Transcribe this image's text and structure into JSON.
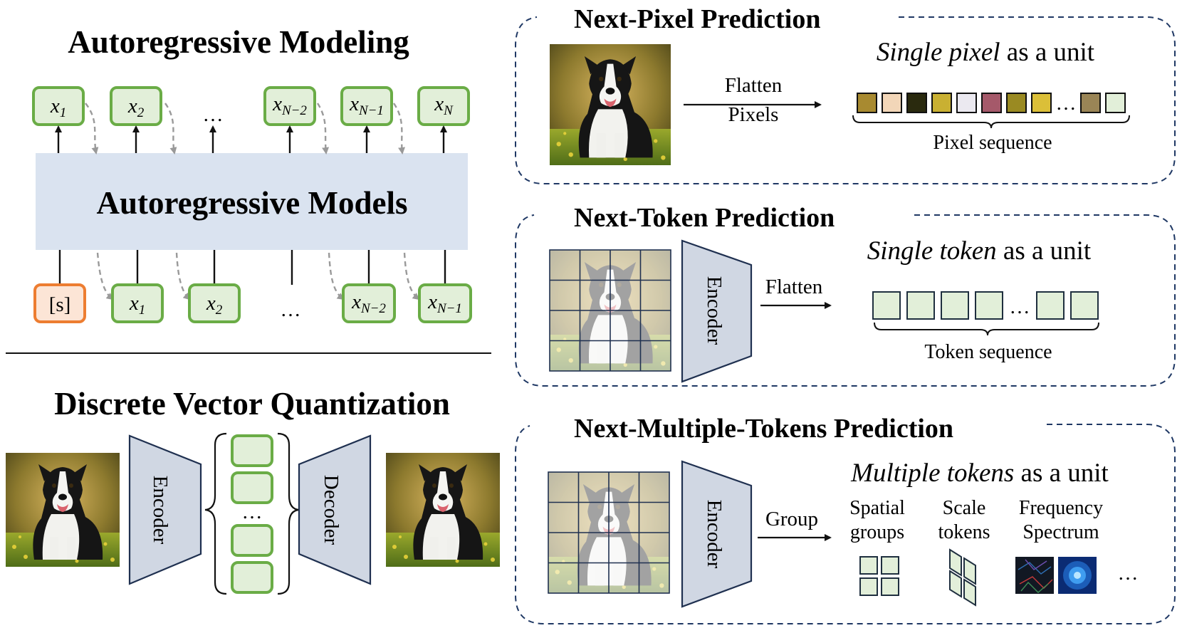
{
  "left": {
    "ar_title": "Autoregressive Modeling",
    "ar_models_label": "Autoregressive Models",
    "top_tokens": [
      {
        "base": "x",
        "sub": "1"
      },
      {
        "base": "x",
        "sub": "2"
      },
      {
        "base": "x",
        "sub": "N−2"
      },
      {
        "base": "x",
        "sub": "N−1"
      },
      {
        "base": "x",
        "sub": "N"
      }
    ],
    "top_ellipsis": "…",
    "start_token": "[s]",
    "bottom_tokens": [
      {
        "base": "x",
        "sub": "1"
      },
      {
        "base": "x",
        "sub": "2"
      },
      {
        "base": "x",
        "sub": "N−2"
      },
      {
        "base": "x",
        "sub": "N−1"
      }
    ],
    "bottom_ellipsis": "…",
    "vq_title": "Discrete Vector Quantization",
    "encoder_label": "Encoder",
    "decoder_label": "Decoder",
    "codebook_ellipsis": "…"
  },
  "panels": {
    "pixel": {
      "title": "Next-Pixel Prediction",
      "unit_italic": "Single pixel",
      "unit_rest": " as a unit",
      "arrow_label_1": "Flatten",
      "arrow_label_2": "Pixels",
      "sequence_label": "Pixel sequence",
      "ellipsis": "…",
      "pixel_colors_a": [
        "#a88a30",
        "#f2d6b8",
        "#2a2a0e",
        "#c9b032",
        "#ebe9f0",
        "#a5596a",
        "#9a8a22",
        "#dbbf38"
      ],
      "pixel_colors_b": [
        "#9a8556",
        "#e2efd9"
      ]
    },
    "token": {
      "title": "Next-Token Prediction",
      "unit_italic": "Single token",
      "unit_rest": " as a unit",
      "encoder_label": "Encoder",
      "arrow_label": "Flatten",
      "sequence_label": "Token sequence",
      "ellipsis": "…"
    },
    "multi": {
      "title": "Next-Multiple-Tokens Prediction",
      "unit_italic": "Multiple tokens",
      "unit_rest": " as a unit",
      "encoder_label": "Encoder",
      "arrow_label": "Group",
      "spatial_1": "Spatial",
      "spatial_2": "groups",
      "scale_1": "Scale",
      "scale_2": "tokens",
      "freq_1": "Frequency",
      "freq_2": "Spectrum",
      "ellipsis": "…"
    }
  },
  "icons": {
    "dog_photo": "dog-photo-icon",
    "frequency_spectrum": "frequency-spectrum-icon"
  }
}
